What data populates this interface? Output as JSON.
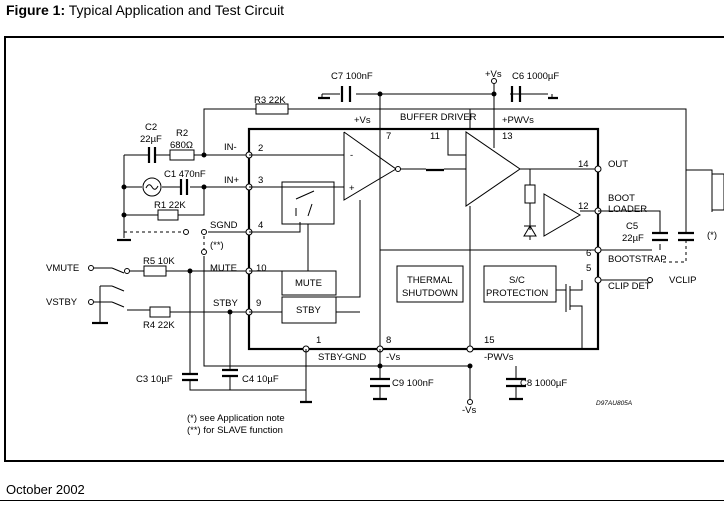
{
  "figure": {
    "label": "Figure 1:",
    "title": "Typical Application and Test Circuit"
  },
  "footer": {
    "date": "October 2002"
  },
  "components": {
    "c7": "C7 100nF",
    "vs_top": "+Vs",
    "c6": "C6 1000µF",
    "r3": "R3 22K",
    "c2_name": "C2",
    "c2_val": "22µF",
    "r2_name": "R2",
    "r2_val": "680Ω",
    "c1": "C1 470nF",
    "r1": "R1 22K",
    "r5": "R5 10K",
    "r4": "R4 22K",
    "c3": "C3 10µF",
    "c4": "C4 10µF",
    "c9": "C9 100nF",
    "c8": "C8 1000µF",
    "c5_name": "C5",
    "c5_val": "22µF",
    "vs_bottom": "-Vs",
    "code": "D97AU805A"
  },
  "pins": {
    "in_minus": "IN-",
    "in_plus": "IN+",
    "sgnd": "SGND",
    "sgnd_note": "(**)",
    "mute": "MUTE",
    "stby": "STBY",
    "out": "OUT",
    "boot": "BOOT",
    "loader": "LOADER",
    "bootstrap": "BOOTSTRAP",
    "clip_det": "CLIP DET",
    "vs_plus": "+Vs",
    "buffer_driver": "BUFFER DRIVER",
    "pwvs_plus": "+PWVs",
    "stby_gnd": "STBY-GND",
    "vs_minus": "-Vs",
    "pwvs_minus": "-PWVs",
    "n2": "2",
    "n3": "3",
    "n4": "4",
    "n10": "10",
    "n9": "9",
    "n7": "7",
    "n11": "11",
    "n13": "13",
    "n14": "14",
    "n12": "12",
    "n6": "6",
    "n5": "5",
    "n1": "1",
    "n8": "8",
    "n15": "15"
  },
  "blocks": {
    "mute_box": "MUTE",
    "stby_box": "STBY",
    "thermal_1": "THERMAL",
    "thermal_2": "SHUTDOWN",
    "sc_1": "S/C",
    "sc_2": "PROTECTION",
    "opamp_minus": "-",
    "opamp_plus": "+"
  },
  "external": {
    "vmute": "VMUTE",
    "vstby": "VSTBY",
    "vclip": "VCLIP",
    "speaker_note": "(*)"
  },
  "notes": {
    "note1": "(*) see Application note",
    "note2": "(**) for SLAVE function"
  }
}
